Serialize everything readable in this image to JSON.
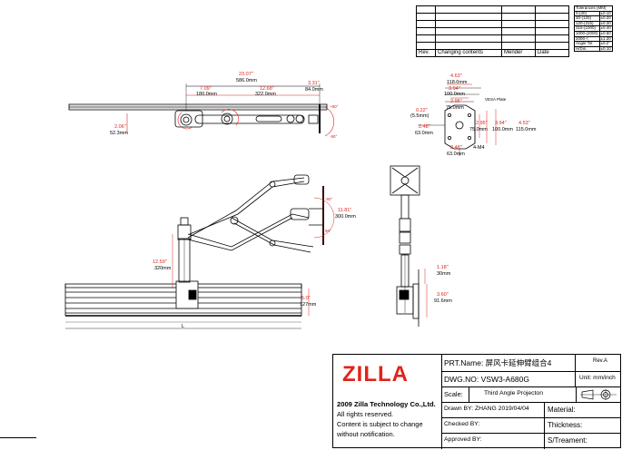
{
  "revision_table": {
    "headers": [
      "Rev.",
      "Changing contents",
      "Mender",
      "Date"
    ]
  },
  "tolerance_table": {
    "title": "Tolerances (MM)",
    "rows": [
      [
        "0-(30)",
        "±0.10"
      ],
      [
        "30-(120)",
        "±0.20"
      ],
      [
        "120-(315)",
        "±0.30"
      ],
      [
        "315-(1000)",
        "±0.40"
      ],
      [
        "1000-(2000)",
        "±0.60"
      ],
      [
        "2000 <",
        "±1.20"
      ],
      [
        "Angle Tol",
        "±0.2°"
      ],
      [
        "H/Dis.",
        "±0.10"
      ]
    ]
  },
  "top_view": {
    "overall_in": "23.07\"",
    "overall_mm": "586.0mm",
    "seg1_in": "7.09\"",
    "seg1_mm": "180.0mm",
    "seg2_in": "12.68\"",
    "seg2_mm": "322.0mm",
    "seg3_in": "3.31\"",
    "seg3_mm": "84.0mm",
    "clamp_in": "2.06\"",
    "clamp_mm": "52.3mm",
    "tilt_up": "+90°",
    "tilt_down": "-90°"
  },
  "vesa_view": {
    "w1_in": "4.63\"",
    "w1_mm": "118.0mm",
    "w2_in": "3.94\"",
    "w2_mm": "100.0mm",
    "w3_in": "2.95\"",
    "w3_mm": "75.0mm",
    "plate_label": "VESA Plate",
    "offset_in": "0.22\"",
    "offset_mm": "(5.5mm)",
    "left_in": "2.48\"",
    "left_mm": "63.0mm",
    "h1_in": "2.95\"",
    "h1_mm": "75.0mm",
    "h2_in": "3.94\"",
    "h2_mm": "100.0mm",
    "h3_in": "4.53\"",
    "h3_mm": "115.0mm",
    "screw": "4-M4",
    "bottom_in": "2.48\"",
    "bottom_mm": "63.0mm"
  },
  "side_view": {
    "reach_in": "11.81\"",
    "reach_mm": "300.0mm",
    "pole_in": "12.59\"",
    "pole_mm": "320mm",
    "desk_in": "5.0\"",
    "desk_mm": "127mm",
    "angle_up": "-90°",
    "angle_down": "90°",
    "baseline_label": "L"
  },
  "front_view": {
    "base_in": "1.18\"",
    "base_mm": "30mm",
    "clamp_in": "3.60\"",
    "clamp_mm": "91.6mm"
  },
  "title_block": {
    "logo": "ZILLA",
    "company": "2009 Zilla Technology Co.,Ltd.",
    "rights": "All rights reserved.",
    "notice1": "Content is subject to change",
    "notice2": "without notification.",
    "part_name": "PRT.Name: 屏风卡延伸臂组合4",
    "rev": "Rev.A",
    "dwg_no": "DWG.NO: VSW3-A680G",
    "unit": "Unit: mm/inch",
    "scale": "Scale:",
    "projection": "Third Angle Projecton",
    "drawn_by": "Drawn BY:  ZHANG  2019/04/04",
    "material": "Material:",
    "checked_by": "Checked BY:",
    "thickness": "Thickness:",
    "approved_by": "Approved BY:",
    "treatment": "S/Treament:"
  },
  "colors": {
    "dimension_red": "#e0231c",
    "logo_red": "#e0231c",
    "line": "#000000"
  }
}
